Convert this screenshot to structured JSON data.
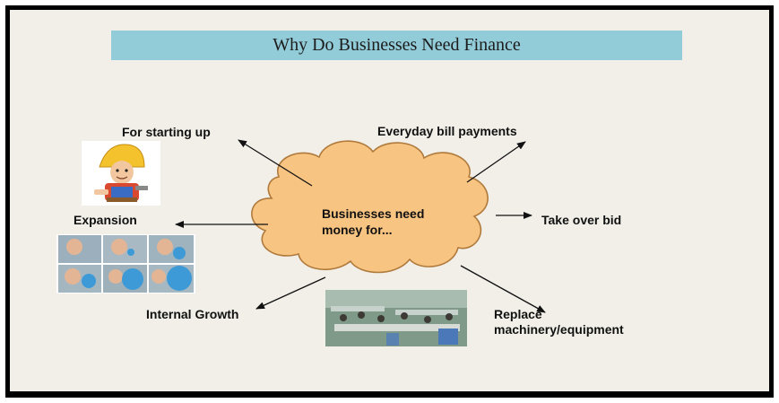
{
  "slide": {
    "title": "Why Do Businesses Need Finance"
  },
  "center": {
    "line1": "Businesses need",
    "line2": "money for..."
  },
  "reasons": {
    "starting_up": "For starting up",
    "bill_payments": "Everyday bill payments",
    "expansion": "Expansion",
    "takeover": "Take over bid",
    "internal_growth": "Internal Growth",
    "replace_line1": "Replace",
    "replace_line2": "machinery/equipment"
  },
  "colors": {
    "title_bar": "#93ccd9",
    "cloud_fill": "#f8c482",
    "cloud_stroke": "#b07a3c",
    "slide_bg": "#f1efe8"
  },
  "images": [
    "builder-character-image",
    "balloon-blowing-sequence-image",
    "factory-workers-photo"
  ]
}
